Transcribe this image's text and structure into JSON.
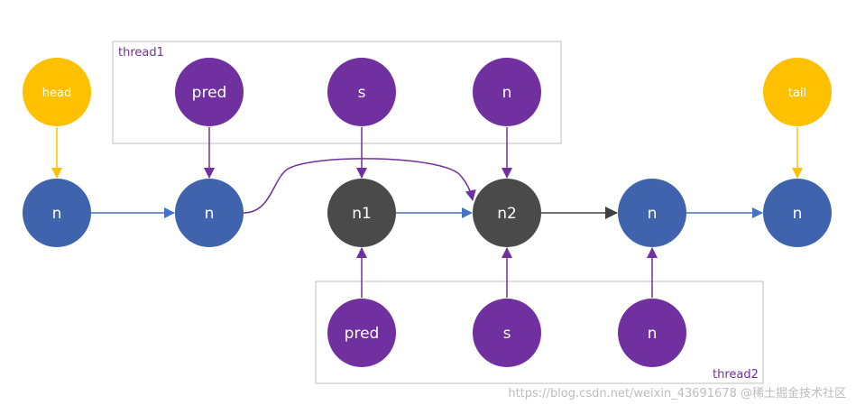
{
  "colors": {
    "blue_node": "#3f63ad",
    "gray_node": "#4a4a4a",
    "purple_node": "#7030a0",
    "yellow_node": "#ffc000",
    "blue_arrow": "#4472c4",
    "gray_arrow": "#404040",
    "purple_arrow": "#7030a0",
    "yellow_arrow": "#ffc000",
    "frame_border": "#bfbfbf"
  },
  "threads": {
    "thread1": {
      "label": "thread1"
    },
    "thread2": {
      "label": "thread2"
    }
  },
  "nodes": {
    "head": "head",
    "tail": "tail",
    "list_first": "n",
    "list_pred": "n",
    "n1": "n1",
    "n2": "n2",
    "list_after": "n",
    "list_tail": "n",
    "t1_pred": "pred",
    "t1_s": "s",
    "t1_n": "n",
    "t2_pred": "pred",
    "t2_s": "s",
    "t2_n": "n"
  },
  "watermark": "https://blog.csdn.net/weixin_43691678 @稀土掘金技术社区"
}
